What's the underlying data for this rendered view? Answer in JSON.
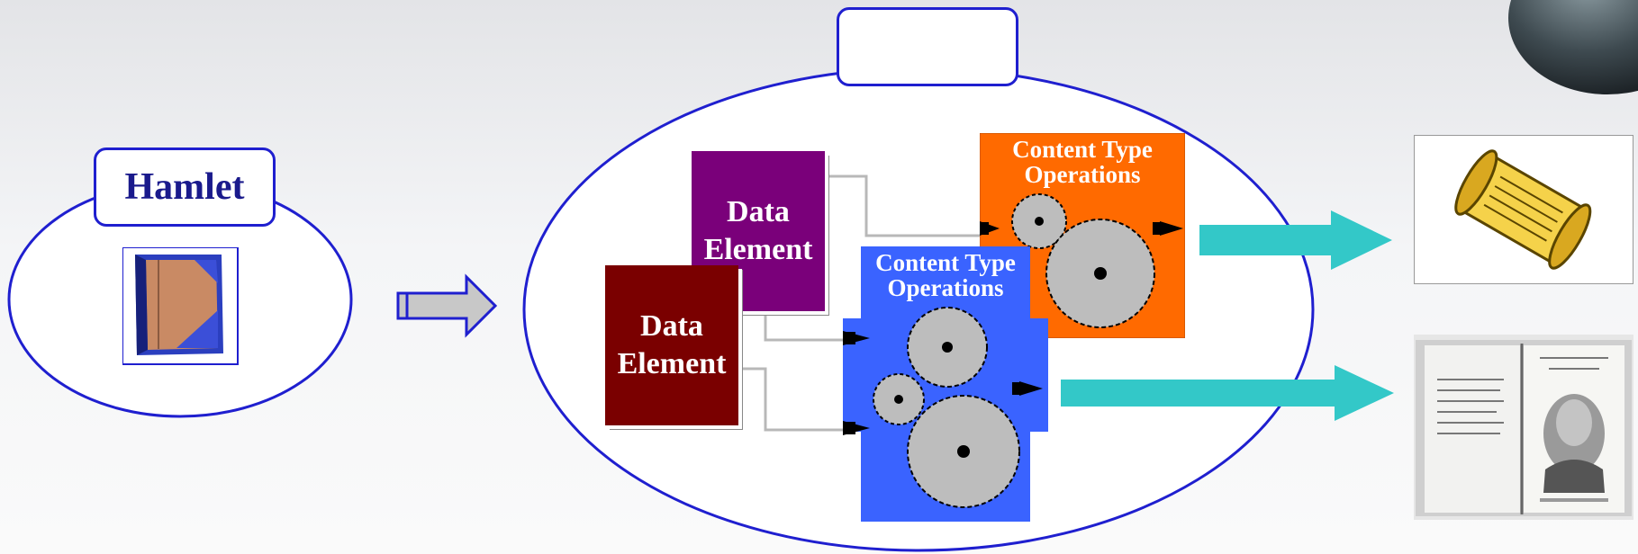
{
  "left_group": {
    "title": "Hamlet",
    "icon": "book-icon"
  },
  "center_group": {
    "title": "Hamlet"
  },
  "data_elements": [
    {
      "label_line1": "Data",
      "label_line2": "Element",
      "color": "#7a007a"
    },
    {
      "label_line1": "Data",
      "label_line2": "Element",
      "color": "#7a0000"
    }
  ],
  "operations": [
    {
      "label_line1": "Content Type",
      "label_line2": "Operations",
      "color": "#ff6a00"
    },
    {
      "label_line1": "Content Type",
      "label_line2": "Operations",
      "color": "#3a63ff"
    }
  ],
  "outputs": [
    {
      "icon": "index-scroll-icon"
    },
    {
      "icon": "shakespeare-book-icon"
    }
  ],
  "colors": {
    "outline": "#1f1fcf",
    "arrow_teal": "#33c8c8",
    "arrow_grey": "#c8c8c8"
  }
}
